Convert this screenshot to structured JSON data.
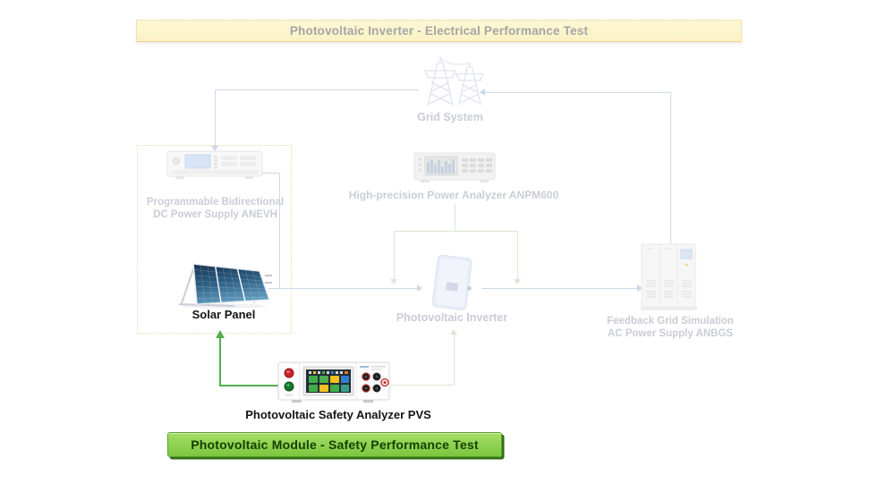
{
  "banners": {
    "top_label": "Photovoltaic Inverter - Electrical Performance Test",
    "bottom_label": "Photovoltaic Module - Safety Performance Test"
  },
  "nodes": {
    "grid_system": {
      "label": "Grid System"
    },
    "dc_supply": {
      "line1": "Programmable Bidirectional",
      "line2": "DC Power Supply ANEVH"
    },
    "power_analyzer": {
      "label": "High-precision Power Analyzer ANPM600"
    },
    "solar_panel": {
      "label": "Solar Panel"
    },
    "inverter": {
      "label": "Photovoltaic Inverter"
    },
    "ac_supply": {
      "line1": "Feedback Grid Simulation",
      "line2": "AC Power Supply ANBGS"
    },
    "safety_analyzer": {
      "label": "Photovoltaic Safety Analyzer PVS"
    }
  },
  "colors": {
    "active_green": "#53ae4f",
    "faded_blue": "#ccd9e9",
    "faded_green": "#dbe8d2",
    "top_banner_bg": "#fbf2c4",
    "top_banner_text": "#a5a5a5",
    "bottom_banner_bg": "#8ed650",
    "bottom_banner_text": "#153f00",
    "faded_label_text": "#c9cdd5",
    "active_label_text": "#141414"
  }
}
